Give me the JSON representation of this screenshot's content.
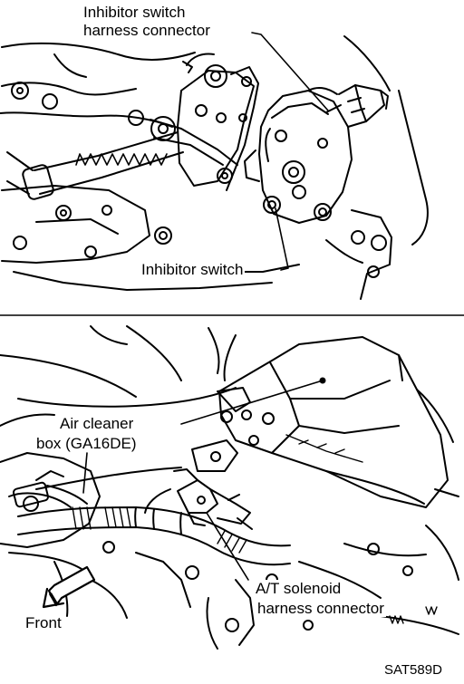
{
  "top_view": {
    "label_connector_line1": "Inhibitor switch",
    "label_connector_line2": "harness connector",
    "label_switch": "Inhibitor switch"
  },
  "bottom_view": {
    "label_air_line1": "Air cleaner",
    "label_air_line2": "box (GA16DE)",
    "label_front": "Front",
    "label_solenoid_line1": "A/T solenoid",
    "label_solenoid_line2": "harness connector"
  },
  "figure_code": "SAT589D",
  "colors": {
    "ink": "#000000",
    "paper": "#ffffff"
  }
}
